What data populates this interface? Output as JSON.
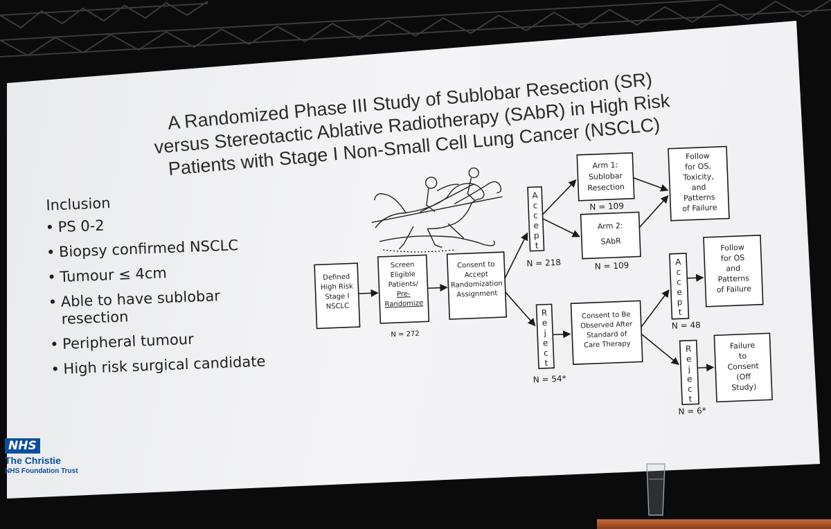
{
  "title_lines": [
    "A Randomized Phase III Study of Sublobar Resection (SR)",
    "versus Stereotactic Ablative Radiotherapy (SAbR) in High Risk",
    "Patients with Stage I Non-Small Cell Lung Cancer (NSCLC)"
  ],
  "inclusion": {
    "heading": "Inclusion",
    "items": [
      "PS 0-2",
      "Biopsy confirmed NSCLC",
      "Tumour ≤ 4cm",
      "Able to have sublobar resection",
      "Peripheral tumour",
      "High risk surgical candidate"
    ]
  },
  "flowchart": {
    "defined": [
      "Defined",
      "High Risk",
      "Stage I",
      "NSCLC"
    ],
    "screen": [
      "Screen",
      "Eligible",
      "Patients/",
      "Pre-",
      "Randomize"
    ],
    "screen_n": "N = 272",
    "consent_random": [
      "Consent to",
      "Accept",
      "Randomization",
      "Assignment"
    ],
    "accept_label": "Accept",
    "accept_n": "N = 218",
    "reject_label": "Reject",
    "reject_n": "N = 54*",
    "arm1": [
      "Arm 1:",
      "Sublobar",
      "Resection"
    ],
    "arm1_n": "N = 109",
    "arm2": [
      "Arm 2:",
      "SAbR"
    ],
    "arm2_n": "N = 109",
    "follow1": [
      "Follow",
      "for OS,",
      "Toxicity,",
      "and",
      "Patterns",
      "of Failure"
    ],
    "consent_observe": [
      "Consent to Be",
      "Observed After",
      "Standard of",
      "Care Therapy"
    ],
    "accept2_label": "Accept",
    "accept2_n": "N = 48",
    "follow2": [
      "Follow",
      "for OS",
      "and",
      "Patterns",
      "of Failure"
    ],
    "reject2_label": "Reject",
    "reject2_n": "N = 6*",
    "failure": [
      "Failure",
      "to",
      "Consent",
      "(Off",
      "Study)"
    ]
  },
  "logo": {
    "badge": "NHS",
    "org": "The Christie",
    "trust": "NHS Foundation Trust",
    "brand_color": "#0b4fa0"
  },
  "icons": [
    "racehorse-illustration",
    "water-glass"
  ]
}
